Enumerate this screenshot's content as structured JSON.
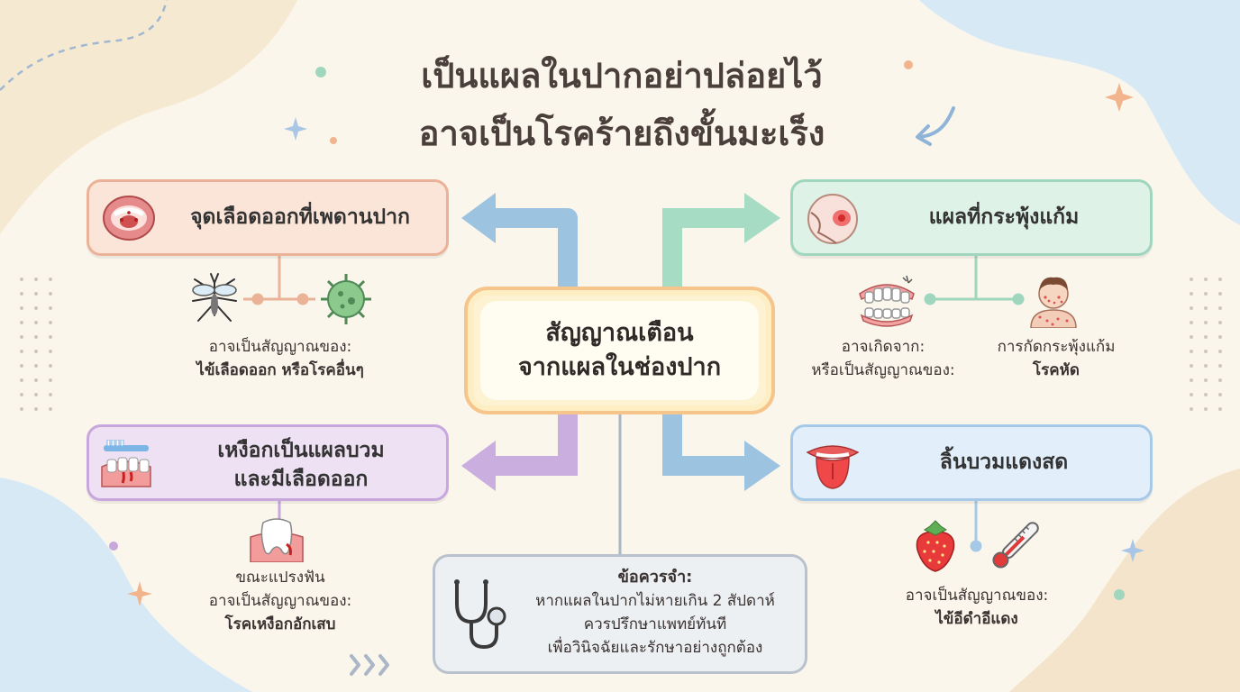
{
  "title": {
    "line1": "เป็นแผลในปากอย่าปล่อยไว้",
    "line2": "อาจเป็นโรคร้ายถึงขั้นมะเร็ง"
  },
  "center": {
    "line1": "สัญญาณเตือน",
    "line2": "จากแผลในช่องปาก"
  },
  "palate": {
    "title": "จุดเลือดออกที่เพดานปาก",
    "caption_line1": "อาจเป็นสัญญาณของ:",
    "caption_line2": "ไข้เลือดออก หรือโรคอื่นๆ"
  },
  "cheek": {
    "title": "แผลที่กระพุ้งแก้ม",
    "left_line1": "อาจเกิดจาก:",
    "left_line2": "หรือเป็นสัญญาณของ:",
    "right_line1": "การกัดกระพุ้งแก้ม",
    "right_line2": "โรคหัด"
  },
  "gum": {
    "title_line1": "เหงือกเป็นแผลบวม",
    "title_line2": "และมีเลือดออก",
    "caption_line1": "ขณะแปรงฟัน",
    "caption_line2": "อาจเป็นสัญญาณของ:",
    "caption_line3": "โรคเหงือกอักเสบ"
  },
  "tongue": {
    "title": "ลิ้นบวมแดงสด",
    "caption_line1": "อาจเป็นสัญญาณของ:",
    "caption_line2": "ไข้อีดำอีแดง"
  },
  "note": {
    "heading": "ข้อควรจำ:",
    "line1": "หากแผลในปากไม่หายเกิน 2 สัปดาห์",
    "line2": "ควรปรึกษาแพทย์ทันที",
    "line3": "เพื่อวินิจฉัยและรักษาอย่างถูกต้อง"
  },
  "colors": {
    "background": "#fbf6ec",
    "red_card": "#fbe5d8",
    "green_card": "#dff2e8",
    "purple_card": "#eee1f3",
    "blue_card": "#e2effa",
    "center_border": "#f5c58c"
  },
  "icons": [
    "mouth-palate-icon",
    "mosquito-icon",
    "virus-icon",
    "cheek-icon",
    "denture-icon",
    "measles-child-icon",
    "toothbrush-gum-icon",
    "tooth-icon",
    "tongue-icon",
    "strawberry-icon",
    "thermometer-icon",
    "stethoscope-icon"
  ]
}
